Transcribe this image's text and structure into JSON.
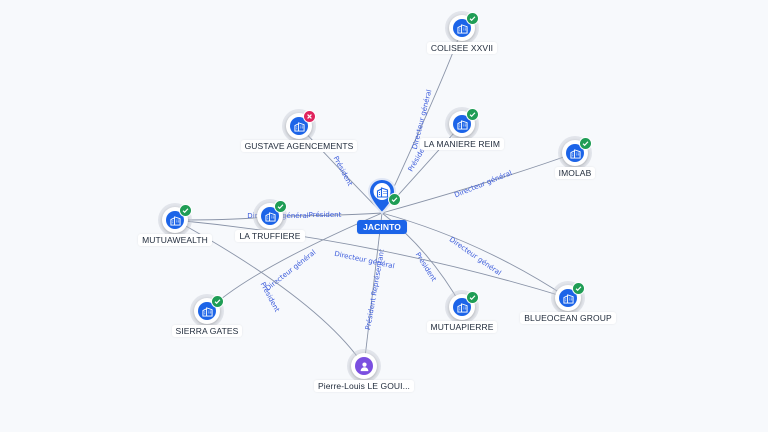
{
  "nodes": [
    {
      "id": "jacinto",
      "label": "JACINTO",
      "kind": "company",
      "status": "ok",
      "center": true
    },
    {
      "id": "colisee",
      "label": "COLISEE XXVII",
      "kind": "company",
      "status": "ok"
    },
    {
      "id": "gustave",
      "label": "GUSTAVE AGENCEMENTS",
      "kind": "company",
      "status": "ko"
    },
    {
      "id": "maniere",
      "label": "LA MANIERE REIM",
      "kind": "company",
      "status": "ok"
    },
    {
      "id": "imolab",
      "label": "IMOLAB",
      "kind": "company",
      "status": "ok"
    },
    {
      "id": "mutuawealth",
      "label": "MUTUAWEALTH",
      "kind": "company",
      "status": "ok"
    },
    {
      "id": "truffiere",
      "label": "LA TRUFFIERE",
      "kind": "company",
      "status": "ok"
    },
    {
      "id": "sierra",
      "label": "SIERRA GATES",
      "kind": "company",
      "status": "ok"
    },
    {
      "id": "mutuapierre",
      "label": "MUTUAPIERRE",
      "kind": "company",
      "status": "ok"
    },
    {
      "id": "blueocean",
      "label": "BLUEOCEAN GROUP",
      "kind": "company",
      "status": "ok"
    },
    {
      "id": "pierre",
      "label": "Pierre-Louis LE GOUI...",
      "kind": "person",
      "status": "none"
    }
  ],
  "edges": [
    {
      "from": "jacinto",
      "to": "colisee",
      "label": "Directeur général"
    },
    {
      "from": "jacinto",
      "to": "gustave",
      "label": "Président"
    },
    {
      "from": "jacinto",
      "to": "maniere",
      "label": "Président"
    },
    {
      "from": "jacinto",
      "to": "imolab",
      "label": "Directeur général"
    },
    {
      "from": "jacinto",
      "to": "truffiere",
      "label": "Président"
    },
    {
      "from": "jacinto",
      "to": "mutuapierre",
      "label": "Président"
    },
    {
      "from": "jacinto",
      "to": "blueocean",
      "label": "Directeur général"
    },
    {
      "from": "jacinto",
      "to": "sierra",
      "label": "Directeur général"
    },
    {
      "from": "pierre",
      "to": "jacinto",
      "label": "Président Représentant"
    },
    {
      "from": "mutuawealth",
      "to": "truffiere",
      "label": "Directeur général"
    },
    {
      "from": "mutuawealth",
      "to": "blueocean",
      "label": "Directeur général"
    },
    {
      "from": "mutuawealth",
      "to": "pierre",
      "label": "Président"
    }
  ],
  "icons": {
    "company": "building-icon",
    "person": "person-icon",
    "ok": "check-icon",
    "ko": "cross-icon"
  },
  "colors": {
    "primary": "#1c64e8",
    "ok": "#1f9d55",
    "ko": "#e0245e",
    "person": "#7b4fe0",
    "edge_label": "#3b5bdb"
  }
}
